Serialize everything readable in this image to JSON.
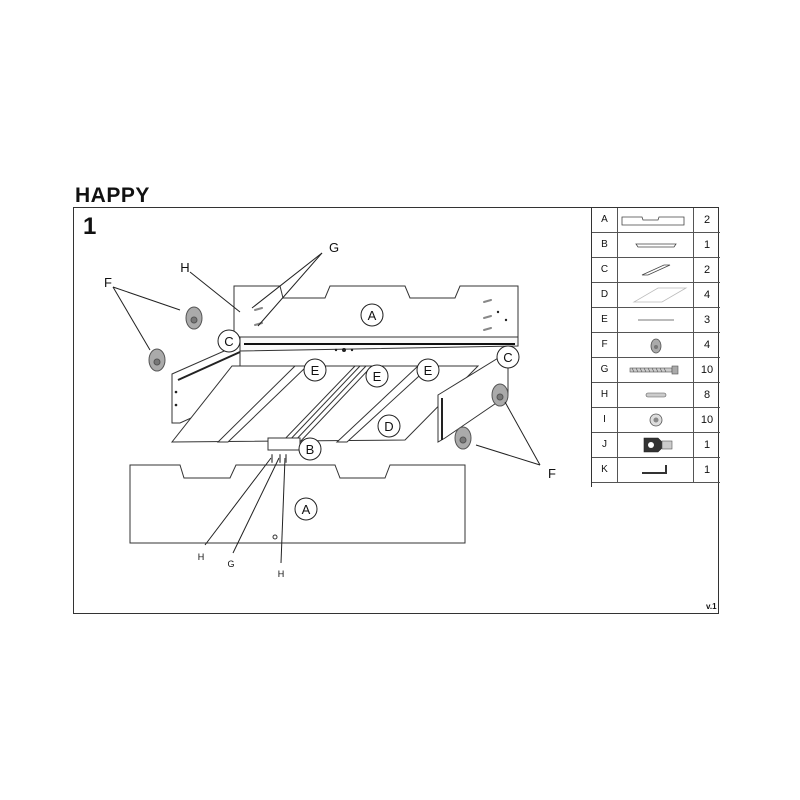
{
  "product_name": "HAPPY",
  "step_number": "1",
  "version": "v.1",
  "callouts": {
    "A_back": "A",
    "A_front": "A",
    "B": "B",
    "C_left": "C",
    "C_right": "C",
    "D": "D",
    "E_left": "E",
    "E_center": "E",
    "E_right": "E",
    "F_left": "F",
    "F_right": "F",
    "G_top": "G",
    "G_bottom": "G",
    "H_top": "H",
    "H_bottom_left": "H",
    "H_bottom_right": "H"
  },
  "parts_list": [
    {
      "letter": "A",
      "qty": "2",
      "icon": "side-panel-icon"
    },
    {
      "letter": "B",
      "qty": "1",
      "icon": "center-rail-icon"
    },
    {
      "letter": "C",
      "qty": "2",
      "icon": "end-panel-icon"
    },
    {
      "letter": "D",
      "qty": "4",
      "icon": "base-board-icon"
    },
    {
      "letter": "E",
      "qty": "3",
      "icon": "slat-icon"
    },
    {
      "letter": "F",
      "qty": "4",
      "icon": "caster-wheel-icon"
    },
    {
      "letter": "G",
      "qty": "10",
      "icon": "screw-icon"
    },
    {
      "letter": "H",
      "qty": "8",
      "icon": "dowel-icon"
    },
    {
      "letter": "I",
      "qty": "10",
      "icon": "cam-lock-icon"
    },
    {
      "letter": "J",
      "qty": "1",
      "icon": "cam-bolt-icon"
    },
    {
      "letter": "K",
      "qty": "1",
      "icon": "allen-key-icon"
    }
  ]
}
